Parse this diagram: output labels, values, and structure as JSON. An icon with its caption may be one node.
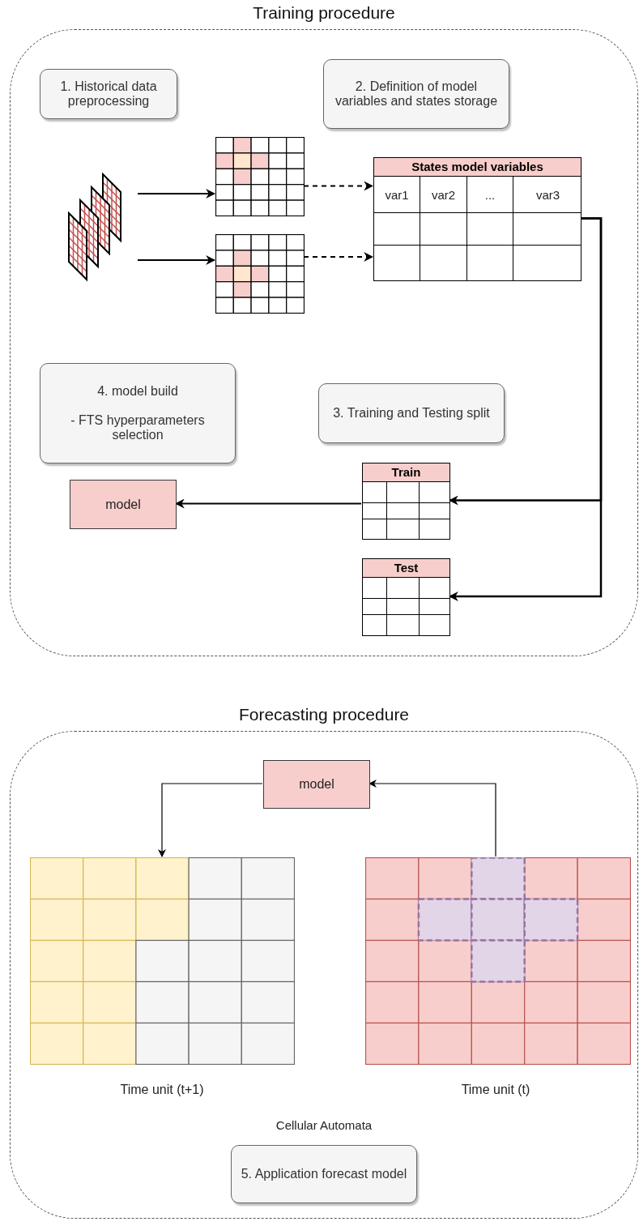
{
  "diagram": {
    "nodes": [
      {
        "text": [
          "Training procedure"
        ]
      },
      {
        "text": [
          "1. Historical data preprocessing"
        ],
        "in": 0
      },
      {
        "text": [
          "2. Definition of model variables and states storage"
        ],
        "in": 0
      },
      {
        "text": [],
        "shape": "grid",
        "in": 0
      },
      {
        "text": [],
        "shape": "grid",
        "in": 0
      },
      {
        "text": [],
        "shape": "grid",
        "in": 0
      },
      {
        "text": [
          "States model variables",
          "var1",
          "var2",
          "...",
          "var3"
        ],
        "in": 0
      },
      {
        "text": [
          "3. Training and Testing split"
        ],
        "in": 0
      },
      {
        "text": [
          "4. model build",
          "- FTS hyperparameters selection"
        ],
        "in": 0
      },
      {
        "text": [
          "Train"
        ],
        "in": 0
      },
      {
        "text": [
          "Test"
        ],
        "in": 0
      },
      {
        "text": [
          "model"
        ],
        "in": 0
      },
      {
        "text": [
          "Forecasting procedure"
        ]
      },
      {
        "text": [
          "model"
        ],
        "in": 12
      },
      {
        "text": [],
        "shape": "grid",
        "in": 12,
        "beside": [
          "Time unit (t+1)"
        ]
      },
      {
        "text": [],
        "shape": "grid",
        "in": 12,
        "beside": [
          "Time unit (t)"
        ]
      },
      {
        "text": [
          "5. Application forecast model"
        ],
        "in": 12
      }
    ],
    "edges": [
      {
        "from": 3,
        "to": 4,
        "arrow": "to"
      },
      {
        "from": 3,
        "to": 5,
        "arrow": "to"
      },
      {
        "from": 4,
        "to": 6,
        "arrow": "to",
        "style": "dashed"
      },
      {
        "from": 5,
        "to": 6,
        "arrow": "to",
        "style": "dashed"
      },
      {
        "from": 6,
        "to": 9,
        "arrow": "to"
      },
      {
        "from": 6,
        "to": 10,
        "arrow": "to"
      },
      {
        "from": 9,
        "to": 11,
        "arrow": "to"
      },
      {
        "from": 13,
        "to": 14,
        "arrow": "to"
      },
      {
        "from": 15,
        "to": 13,
        "arrow": "to"
      }
    ],
    "labels": [
      "Cellular Automata"
    ]
  }
}
